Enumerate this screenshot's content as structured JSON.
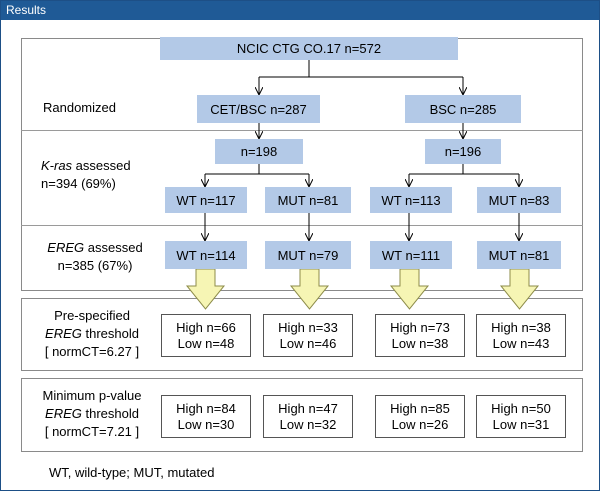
{
  "window": {
    "title": "Results"
  },
  "top": {
    "label": "NCIC CTG CO.17 n=572"
  },
  "randomized": {
    "label": "Randomized",
    "arm_cet": "CET/BSC n=287",
    "arm_bsc": "BSC n=285"
  },
  "kras": {
    "label_italic": "K-ras",
    "label_rest": " assessed",
    "label_line2": "n=394 (69%)",
    "cet_total": "n=198",
    "bsc_total": "n=196",
    "cet_wt": "WT n=117",
    "cet_mut": "MUT n=81",
    "bsc_wt": "WT n=113",
    "bsc_mut": "MUT n=83"
  },
  "ereg": {
    "label_italic": "EREG",
    "label_rest": " assessed",
    "label_line2": "n=385 (67%)",
    "cet_wt": "WT n=114",
    "cet_mut": "MUT n=79",
    "bsc_wt": "WT n=111",
    "bsc_mut": "MUT n=81"
  },
  "prespecified": {
    "line1": "Pre-specified",
    "line2_italic": "EREG",
    "line2_rest": " threshold",
    "line3": "[ normCT=6.27 ]",
    "boxes": [
      {
        "high": "High n=66",
        "low": "Low n=48"
      },
      {
        "high": "High n=33",
        "low": "Low n=46"
      },
      {
        "high": "High n=73",
        "low": "Low n=38"
      },
      {
        "high": "High n=38",
        "low": "Low n=43"
      }
    ]
  },
  "minimum": {
    "line1": "Minimum p-value",
    "line2_italic": "EREG",
    "line2_rest": " threshold",
    "line3": "[ normCT=7.21 ]",
    "boxes": [
      {
        "high": "High n=84",
        "low": "Low n=30"
      },
      {
        "high": "High n=47",
        "low": "Low n=32"
      },
      {
        "high": "High n=85",
        "low": "Low n=26"
      },
      {
        "high": "High n=50",
        "low": "Low n=31"
      }
    ]
  },
  "footnote": "WT, wild-type; MUT, mutated",
  "colors": {
    "titlebar": "#1f5a96",
    "node_fill": "#b3c9e7",
    "arrow_fill": "#f6f5b4",
    "arrow_stroke": "#8d8c4a"
  }
}
